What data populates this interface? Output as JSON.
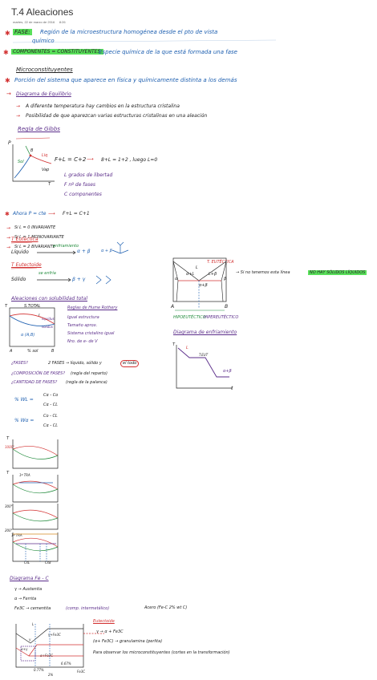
{
  "header": {
    "title": "T.4 Aleaciones",
    "date": "martes, 22 de marzo de 2016",
    "time": "8:26"
  },
  "fase": {
    "label": "FASE:",
    "text1": "Región de la microestructura homogénea desde el pto de vista",
    "text2": "químico"
  },
  "componentes": {
    "label": "COMPONENTES = CONSTITUYENTES:",
    "text": "Especie química de la que está formada una fase"
  },
  "micro": {
    "heading": "Microconstituyentes",
    "text": "Porción del sistema que aparece en física y químicamente distinta a los demás"
  },
  "diagrama_equilibrio": {
    "heading": "Diagrama de Equilibrio",
    "bullet1": "A diferente temperatura hay cambios en la estructura cristalina",
    "bullet2": "Posibilidad de que aparezcan varias estructuras cristalinas en una aleación"
  },
  "gibbs": {
    "heading": "Regla de Gibbs",
    "formula": "F+L = C+2",
    "result": "8+L = 1+2 , luego L=0",
    "axis_p": "P",
    "axis_t": "T",
    "region_sol": "Sol",
    "region_liq": "Liq",
    "region_vap": "Vap",
    "point_b": "B",
    "legend_l": "L  grados de libertad",
    "legend_f": "F  nº de fases",
    "legend_c": "C  componentes",
    "ahora": "Ahora  P = cte",
    "ahora_result": "F+L = C+1",
    "l0": "Si L = 0  INVARIANTE",
    "l1": "Si L = 1  MONOVARIANTE",
    "l2": "Si L = 2  BIVARIANTE"
  },
  "eutectica": {
    "heading": "T Eutéctica",
    "label": "Líquido",
    "arrow_label": "enfriamiento",
    "products": "α + β",
    "note": "α + β"
  },
  "eutectoide": {
    "heading": "T Eutectoide",
    "label": "Sólido",
    "arrow_label": "se enfría",
    "products": "β + γ"
  },
  "phase_diagram": {
    "label_t_eutectica": "T. EUTÉCTICA",
    "label_a": "A",
    "label_b": "B",
    "region_l": "L",
    "region_a": "α",
    "region_b": "β",
    "region_al": "α+L",
    "region_lb": "L+β",
    "region_ab": "α+β",
    "note": "→ Si no tenemos esta línea",
    "highlight": "NO HAY SÓLIDOS LÍQUIDOS",
    "hipo": "HIPOEUTÉCTICO",
    "hiper": "HIPEREUTÉCTICO"
  },
  "solubilidad": {
    "heading": "Aleaciones con solubilidad total",
    "diagram_title": "S.TOTAL",
    "liquidus": "liquidus",
    "solidus": "solidus",
    "region_l": "L",
    "region_alpha": "α (A,B)",
    "axis_t": "T",
    "axis_a": "A",
    "axis_b": "B",
    "xaxis": "% sol",
    "reglas_title": "Reglas de Hume Rothery",
    "regla1": "Igual estructura",
    "regla2": "Tamaño aprox.",
    "regla3": "Sistema cristalino igual",
    "regla4": "Nro. de e- de V"
  },
  "enfriamiento": {
    "heading": "Diagrama de enfriamiento",
    "axis_t": "T",
    "axis_time": "t",
    "label_l": "L",
    "label_teut": "T.EUT",
    "label_ab": "α+β"
  },
  "preguntas": {
    "q1": "¿FASES?",
    "q1_answer": "2 FASES → líquido, sólido y",
    "q1_tag": "el todo",
    "q2": "¿COMPOSICIÓN DE FASES?",
    "q2_answer": "(regla del reparto)",
    "q3": "¿CANTIDAD DE FASES?",
    "q3_answer": "(regla de la palanca)",
    "wl": "% WL =",
    "wl_num": "Cα - Co",
    "wl_den": "Cα - CL",
    "wa": "% Wα =",
    "wa_num": "Co - CL",
    "wa_den": "Cα - CL"
  },
  "graphs": {
    "g1_t": "T",
    "g1_label": "1000°",
    "g2_t": "T",
    "g2_label": "1º TRA",
    "g3_label": "300°",
    "g4_label": "200°",
    "g4_sub": "1º TRA",
    "g4_x1": "CsL",
    "g4_x2": "Csα"
  },
  "fec": {
    "heading": "Diagrama Fe - C",
    "gamma": "γ → Austenita",
    "alpha": "α → Ferrita",
    "fe3c": "Fe3C → cementita",
    "fe3c_note": "(comp. intermetálico)",
    "acero": "Acero (Fe-C 2% wt C)",
    "eutectoide_label": "Eutectoide",
    "eut_line1": "γ → α + Fe3C",
    "eut_line2": "(α+ Fe3C) → granulamina (perlita)",
    "eut_line3": "Para observar los microconstituyentes (cortes en la transformación)",
    "axis_label1": "0.77%",
    "axis_label2": "2%",
    "axis_label3": "6.67%",
    "axis_label4": "Fe3C",
    "region_l": "L",
    "region_g": "γ",
    "region_ag": "α+γ",
    "region_gfe": "γ+Fe3C",
    "region_afe": "α+Fe3C"
  }
}
